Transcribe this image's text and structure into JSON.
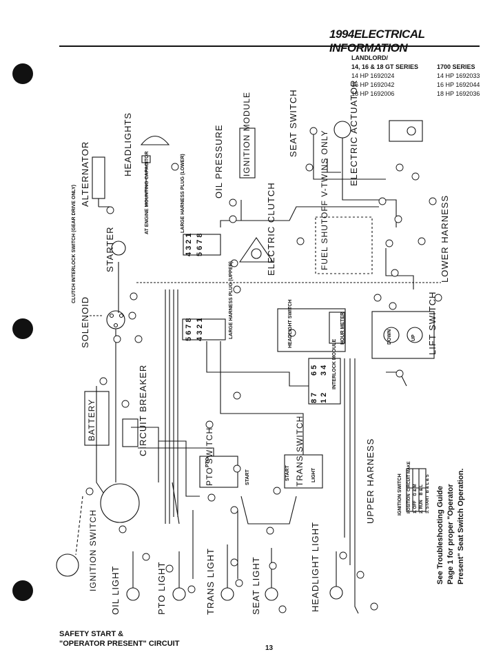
{
  "header": {
    "title": "1994ELECTRICAL INFORMATION"
  },
  "models": {
    "group1": {
      "heading": "LANDLORD/",
      "heading2": "14, 16 & 18 GT SERIES",
      "lines": [
        "14 HP 1692024",
        "16 HP 1692042",
        "18 HP 1692006"
      ]
    },
    "group2": {
      "heading": "1700 SERIES",
      "lines": [
        "14 HP 1692033",
        "16 HP 1692044",
        "18 HP 1692036"
      ]
    }
  },
  "labels": {
    "alternator": "ALTERNATOR",
    "headlights": "HEADLIGHTS",
    "oil_pressure": "OIL PRESSURE",
    "ignition_module": "IGNITION MODULE",
    "seat_switch": "SEAT SWITCH",
    "electric_actuator": "ELECTRIC ACTUATOR",
    "lower_harness": "LOWER HARNESS",
    "at_engine_capacitor": "AT ENGINE MOUNTING CAPACITOR",
    "large_harness_plug_lower": "LARGE HARNESS PLUG (LOWER)",
    "starter": "STARTER",
    "clutch_interlock": "CLUTCH INTERLOCK SWITCH (GEAR DRIVE ONLY)",
    "solenoid": "SOLENOID",
    "electric_clutch": "ELECTRIC CLUTCH",
    "fuel_shutoff": "FUEL SHUTOFF V-TWINS ONLY",
    "large_harness_plug_upper": "LARGE HARNESS PLUG (UPPER)",
    "headlight_switch": "HEADLIGHT SWITCH",
    "hour_meter": "HOUR METER",
    "lift_switch": "LIFT SWITCH",
    "lift_down": "DOWN",
    "lift_up": "UP",
    "battery": "BATTERY",
    "circuit_breaker": "CIRCUIT BREAKER",
    "interlock_module": "INTERLOCK MODULE",
    "pto_switch": "PTO SWITCH",
    "trans_switch": "TRANS SWITCH",
    "upper_harness": "UPPER HARNESS",
    "ignition_switch": "IGNITION SWITCH",
    "oil_light": "OIL LIGHT",
    "pto_light": "PTO LIGHT",
    "trans_light": "TRANS LIGHT",
    "seat_light": "SEAT LIGHT",
    "headlight_light": "HEADLIGHT LIGHT",
    "start": "START",
    "light": "LIGHT",
    "pto": "PTO"
  },
  "plug_lower": [
    "4",
    "5",
    "3",
    "6",
    "2",
    "7",
    "1",
    "8"
  ],
  "plug_upper": [
    "5",
    "4",
    "6",
    "3",
    "7",
    "2",
    "8",
    "1"
  ],
  "interlock_pins": [
    "6",
    "5",
    "3",
    "4",
    "8",
    "7",
    "1",
    "2"
  ],
  "ign_table": {
    "title": "IGNITION SWITCH",
    "headers": [
      "POSITION",
      "CIRCUIT MAKE"
    ],
    "rows": [
      [
        "1. OFF",
        "G & M"
      ],
      [
        "2. RUN",
        "B & L"
      ],
      [
        "3. START",
        "B & L & S"
      ]
    ]
  },
  "note": {
    "line1": "See Troubleshooting Guide",
    "line2": "Page 1 for proper \"Operator",
    "line3": "Present\" Seat Switch Operation."
  },
  "footer": {
    "line1": "SAFETY START &",
    "line2": "\"OPERATOR PRESENT\" CIRCUIT",
    "page": "13"
  }
}
